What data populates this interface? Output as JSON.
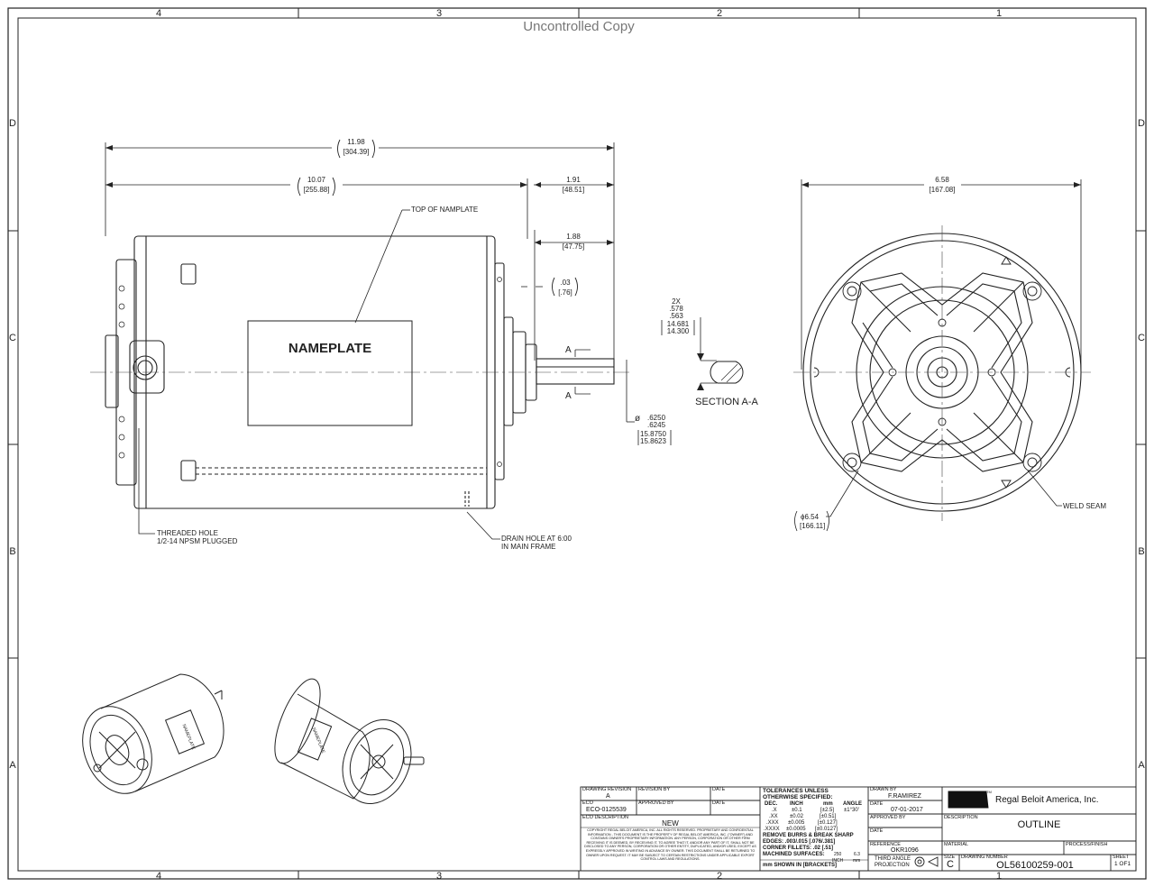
{
  "watermark": "Uncontrolled Copy",
  "zones": {
    "top": [
      "4",
      "3",
      "2",
      "1"
    ],
    "side": [
      "D",
      "C",
      "B",
      "A"
    ]
  },
  "side_view": {
    "dim_overall": {
      "inch": "11.98",
      "mm": "[304.39]"
    },
    "dim_body": {
      "inch": "10.07",
      "mm": "[255.88]"
    },
    "dim_shaft_ext": {
      "inch": "1.91",
      "mm": "[48.51]"
    },
    "dim_flat": {
      "inch": "1.88",
      "mm": "[47.75]"
    },
    "dim_gap": {
      "inch": ".03",
      "mm": "[.76]"
    },
    "nameplate": "NAMEPLATE",
    "top_of_nameplate": "TOP OF NAMPLATE",
    "section_mark": "A",
    "shaft_dia": {
      "inch_top": ".6250",
      "inch_bot": ".6245",
      "mm_top": "15.8750",
      "mm_bot": "15.8623",
      "symbol": "ø"
    },
    "threaded_hole": [
      "THREADED HOLE",
      "1/2-14 NPSM PLUGGED"
    ],
    "drain_hole": [
      "DRAIN HOLE AT 6:00",
      "IN MAIN FRAME"
    ]
  },
  "section": {
    "label": "SECTION A-A",
    "qty": "2X",
    "inch_top": ".578",
    "inch_bot": ".563",
    "mm_top": "14.681",
    "mm_bot": "14.300"
  },
  "end_view": {
    "dim_width": {
      "inch": "6.58",
      "mm": "[167.08]"
    },
    "dim_dia": {
      "inch": "ϕ6.54",
      "mm": "[166.11]"
    },
    "weld_seam": "WELD SEAM"
  },
  "title_block": {
    "drawing_revision_label": "DRAWING REVISION",
    "drawing_revision": "A",
    "revision_by_label": "REVISION BY",
    "date_label": "DATE",
    "eco_label": "ECO",
    "eco": "ECO-0125539",
    "approved_by_label": "APPROVED BY",
    "eco_description_label": "ECO DESCRIPTION",
    "eco_description": "NEW",
    "copyright": "COPYRIGHT REGAL BELOIT AMERICA, INC. ALL RIGHTS RESERVED. PROPRIETARY AND CONFIDENTIAL INFORMATION - THIS DOCUMENT IS THE PROPERTY OF REGAL BELOIT AMERICA, INC. (\"OWNER\") AND CONTAINS OWNER'S PROPRIETARY INFORMATION. ANY PERSON, CORPORATION OR OTHER FIRM RECEIVING IT IS DEEMED, BY RECEIVING IT, TO AGREE THAT IT, AND/OR ANY PART OF IT, SHALL NOT BE DISCLOSED TO ANY PERSON, CORPORATION OR OTHER ENTITY, DUPLICATED, AND/OR USED, EXCEPT AS EXPRESSLY APPROVED IN WRITING IN ADVANCE BY OWNER. THIS DOCUMENT SHALL BE RETURNED TO OWNER UPON REQUEST. IT MAY BE SUBJECT TO CERTAIN RESTRICTIONS UNDER APPLICABLE EXPORT CONTROL LAWS AND REGULATIONS.",
    "tolerances": {
      "title": [
        "TOLERANCES UNLESS",
        "OTHERWISE SPECIFIED:"
      ],
      "header": [
        "DEC.",
        "INCH",
        "mm",
        "ANGLE"
      ],
      "rows": [
        [
          ".X",
          "±0.1",
          "[±2.5]",
          "±1°30'"
        ],
        [
          ".XX",
          "±0.02",
          "[±0.51]",
          ""
        ],
        [
          ".XXX",
          "±0.005",
          "[±0.127]",
          ""
        ],
        [
          ".XXXX",
          "±0.0005",
          "[±0.0127]",
          ""
        ]
      ],
      "notes": [
        "REMOVE BURRS & BREAK SHARP",
        "EDGES: .003/.015 [.076/.381]",
        "CORNER FILLETS: .02 [.51]",
        "MACHINED SURFACES:"
      ],
      "finish": [
        "250",
        "INCH",
        "6.3",
        "mm"
      ],
      "mm_note": "mm SHOWN IN [BRACKETS]"
    },
    "drawn_by_label": "DRAWN BY",
    "drawn_by": "F.RAMIREZ",
    "date_drawn": "07-01-2017",
    "approved_label": "APPROVED BY",
    "date2_label": "DATE",
    "reference_label": "REFERENCE",
    "reference": "OKR1096",
    "projection": [
      "THIRD ANGLE",
      "PROJECTION"
    ],
    "company": "Regal Beloit America, Inc.",
    "logo_mark": "TM",
    "description_label": "DESCRIPTION",
    "description": "OUTLINE",
    "material_label": "MATERIAL",
    "process_label": "PROCESS/FINISH",
    "size_label": "SIZE",
    "size": "C",
    "drawing_number_label": "DRAWING NUMBER",
    "drawing_number": "OL56100259-001",
    "sheet_label": "SHEET",
    "sheet": "1 OF1"
  },
  "iso_nameplate": "NAMEPLATE"
}
